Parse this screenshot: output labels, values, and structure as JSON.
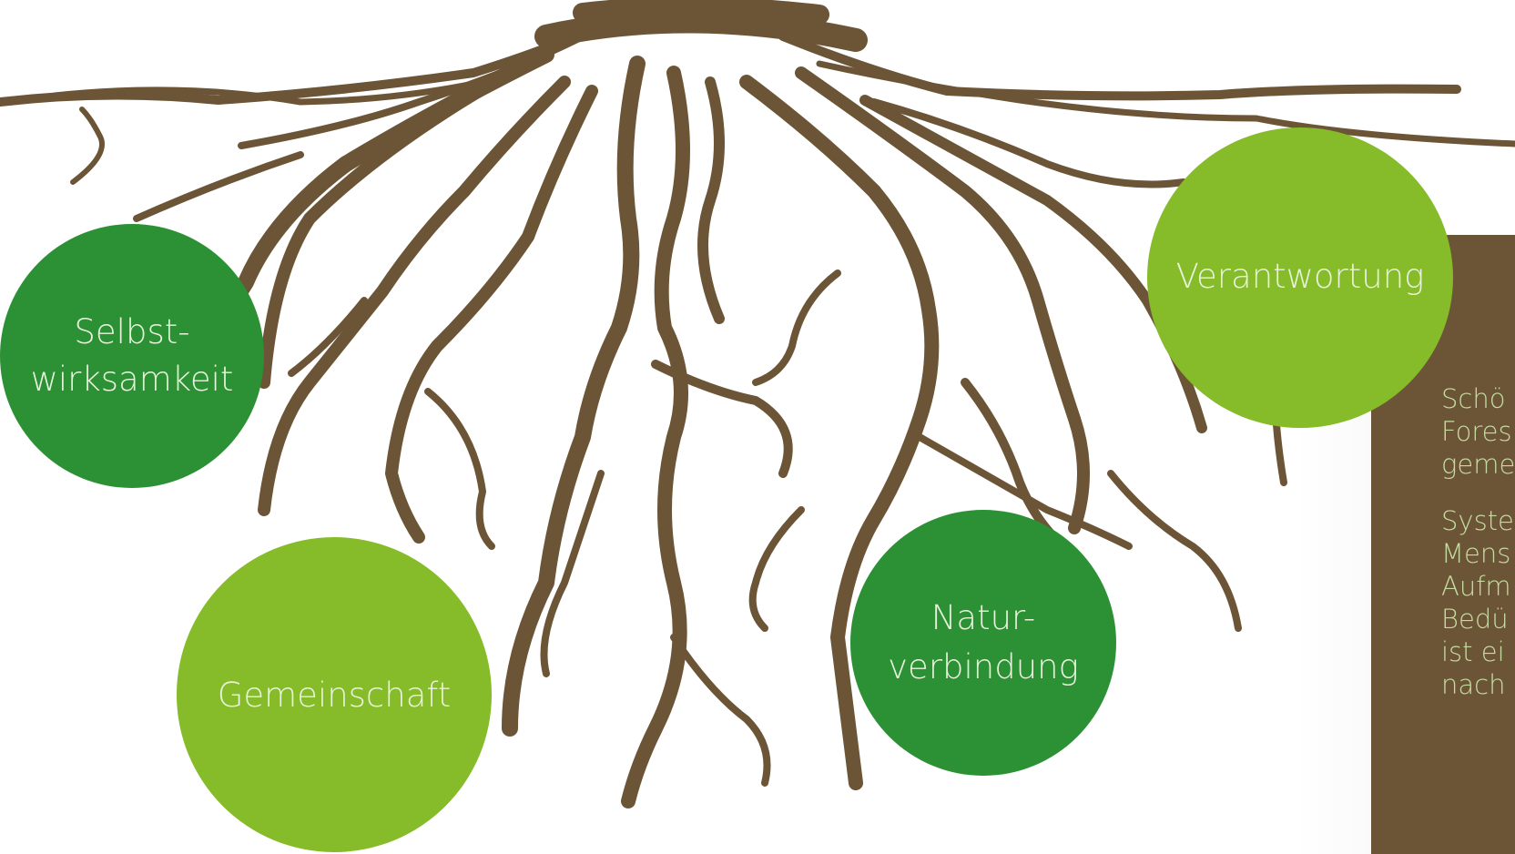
{
  "concepts": {
    "selbstwirksamkeit": {
      "line1": "Selbst-",
      "line2": "wirksamkeit"
    },
    "verantwortung": {
      "label": "Verantwortung"
    },
    "gemeinschaft": {
      "label": "Gemeinschaft"
    },
    "naturverbindung": {
      "line1": "Natur-",
      "line2": "verbindung"
    }
  },
  "panel": {
    "paragraph1": [
      "Schö",
      "Fores",
      "geme"
    ],
    "paragraph2": [
      "Syste",
      "Mens",
      "Aufm",
      "Bedü",
      "ist ei",
      "nach"
    ]
  },
  "colors": {
    "root": "#6b5536",
    "dark_green": "#2b9134",
    "light_green": "#86bb29",
    "panel_text": "#c5dca0"
  }
}
